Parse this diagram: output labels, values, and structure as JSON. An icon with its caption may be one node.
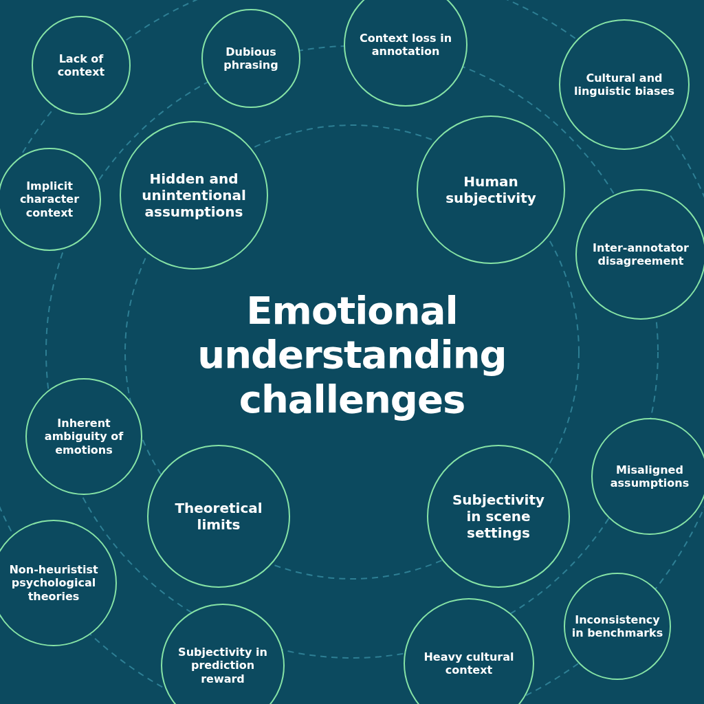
{
  "diagram": {
    "title": "Emotional understanding challenges",
    "nodes": [
      {
        "text": [
          "Lack of context"
        ]
      },
      {
        "text": [
          "Dubious phrasing"
        ]
      },
      {
        "text": [
          "Context loss in annotation"
        ]
      },
      {
        "text": [
          "Cultural and linguistic biases"
        ]
      },
      {
        "text": [
          "Implicit character context"
        ]
      },
      {
        "text": [
          "Hidden and unintentional assumptions"
        ]
      },
      {
        "text": [
          "Human subjectivity"
        ]
      },
      {
        "text": [
          "Inter-annotator disagreement"
        ]
      },
      {
        "text": [
          "Inherent ambiguity of emotions"
        ]
      },
      {
        "text": [
          "Misaligned assumptions"
        ]
      },
      {
        "text": [
          "Theoretical limits"
        ]
      },
      {
        "text": [
          "Subjectivity in scene settings"
        ]
      },
      {
        "text": [
          "Non-heuristist psychological theories"
        ]
      },
      {
        "text": [
          "Inconsistency in benchmarks"
        ]
      },
      {
        "text": [
          "Subjectivity in prediction reward"
        ]
      },
      {
        "text": [
          "Heavy cultural context"
        ]
      }
    ],
    "edges": []
  }
}
